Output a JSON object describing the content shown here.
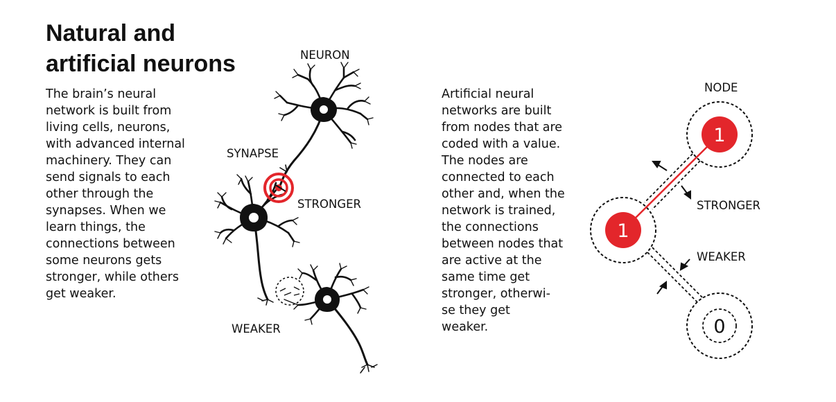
{
  "title": {
    "line1": "Natural and",
    "line2": "artificial neurons"
  },
  "left_text": [
    "The brain’s neural",
    "network is built from",
    "living cells, neurons,",
    "with advanced internal",
    "machinery. They can",
    "send signals to each",
    "other through the",
    "synapses. When we",
    "learn things, the",
    "connections between",
    "some neurons gets",
    "stronger, while others",
    "get weaker."
  ],
  "right_text": [
    "Artificial neural",
    "networks are built",
    "from nodes that are",
    "coded with a value.",
    "The nodes are",
    "connected to each",
    "other and, when the",
    "network is trained,",
    "the connections",
    "between nodes that",
    "are active at the",
    "same time get",
    "stronger, otherwi-",
    "se they get",
    "weaker."
  ],
  "neuron_diagram": {
    "neuron_label": "NEURON",
    "synapse_label": "SYNAPSE",
    "stronger_label": "STRONGER",
    "weaker_label": "WEAKER"
  },
  "node_diagram": {
    "node_label": "NODE",
    "stronger_label": "STRONGER",
    "weaker_label": "WEAKER",
    "node_values": [
      "1",
      "1",
      "0"
    ]
  },
  "colors": {
    "accent_red": "#e3262b",
    "ink": "#111111"
  }
}
